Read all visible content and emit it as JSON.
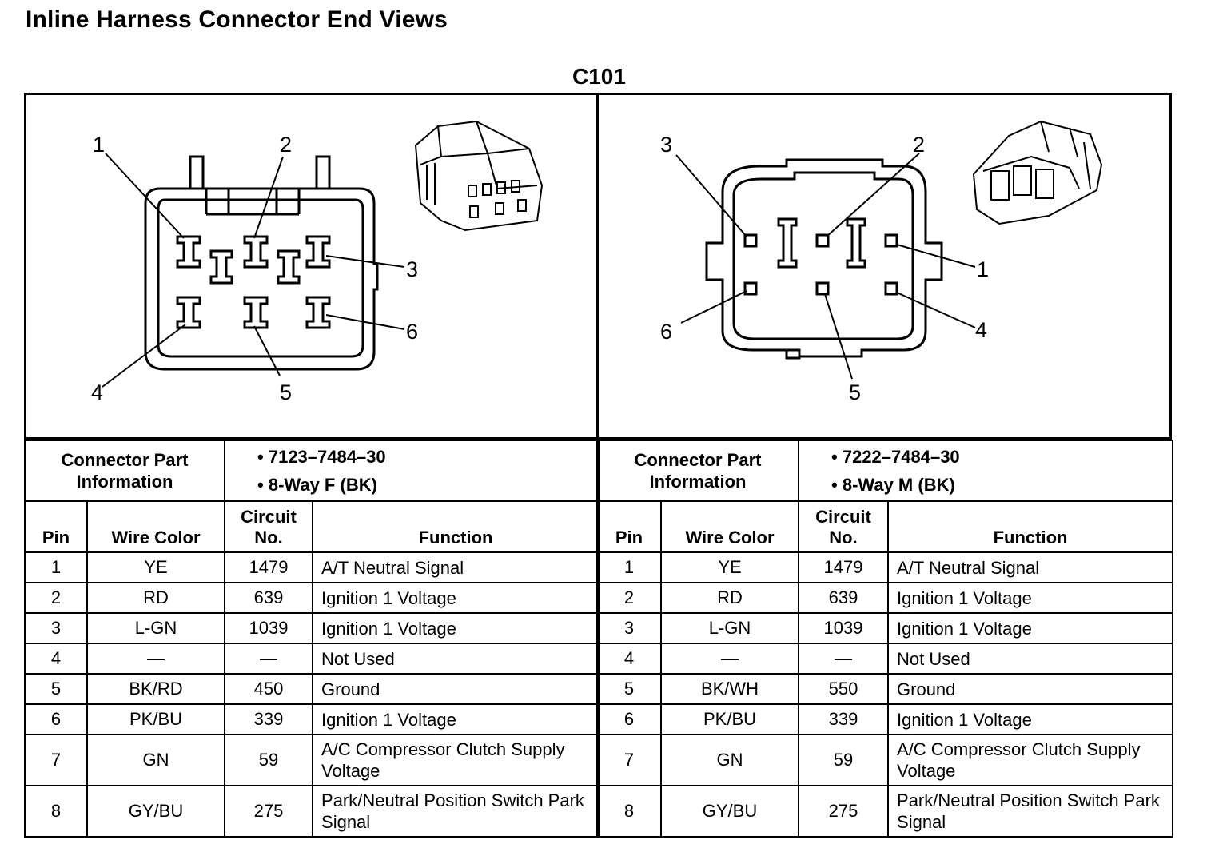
{
  "title": "Inline Harness Connector End Views",
  "connector_id": "C101",
  "left": {
    "pin_numbers": [
      "1",
      "2",
      "3",
      "4",
      "5",
      "6"
    ],
    "info_label": "Connector Part Information",
    "part_number": "7123–7484–30",
    "part_type": "8-Way F (BK)"
  },
  "right": {
    "pin_numbers": [
      "1",
      "2",
      "3",
      "4",
      "5",
      "6"
    ],
    "info_label": "Connector Part Information",
    "part_number": "7222–7484–30",
    "part_type": "8-Way M (BK)"
  },
  "headers": {
    "pin": "Pin",
    "wire_color": "Wire Color",
    "circuit": "Circuit No.",
    "function": "Function"
  },
  "left_rows": [
    {
      "pin": "1",
      "wire": "YE",
      "circuit": "1479",
      "func": "A/T Neutral Signal"
    },
    {
      "pin": "2",
      "wire": "RD",
      "circuit": "639",
      "func": "Ignition 1 Voltage"
    },
    {
      "pin": "3",
      "wire": "L-GN",
      "circuit": "1039",
      "func": "Ignition 1 Voltage"
    },
    {
      "pin": "4",
      "wire": "—",
      "circuit": "—",
      "func": "Not Used"
    },
    {
      "pin": "5",
      "wire": "BK/RD",
      "circuit": "450",
      "func": "Ground"
    },
    {
      "pin": "6",
      "wire": "PK/BU",
      "circuit": "339",
      "func": "Ignition 1 Voltage"
    },
    {
      "pin": "7",
      "wire": "GN",
      "circuit": "59",
      "func": "A/C Compressor Clutch Supply Voltage"
    },
    {
      "pin": "8",
      "wire": "GY/BU",
      "circuit": "275",
      "func": "Park/Neutral Position Switch Park Signal"
    }
  ],
  "right_rows": [
    {
      "pin": "1",
      "wire": "YE",
      "circuit": "1479",
      "func": "A/T Neutral Signal"
    },
    {
      "pin": "2",
      "wire": "RD",
      "circuit": "639",
      "func": "Ignition 1 Voltage"
    },
    {
      "pin": "3",
      "wire": "L-GN",
      "circuit": "1039",
      "func": "Ignition 1 Voltage"
    },
    {
      "pin": "4",
      "wire": "—",
      "circuit": "—",
      "func": "Not Used"
    },
    {
      "pin": "5",
      "wire": "BK/WH",
      "circuit": "550",
      "func": "Ground"
    },
    {
      "pin": "6",
      "wire": "PK/BU",
      "circuit": "339",
      "func": "Ignition 1 Voltage"
    },
    {
      "pin": "7",
      "wire": "GN",
      "circuit": "59",
      "func": "A/C Compressor Clutch Supply Voltage"
    },
    {
      "pin": "8",
      "wire": "GY/BU",
      "circuit": "275",
      "func": "Park/Neutral Position Switch Park Signal"
    }
  ]
}
